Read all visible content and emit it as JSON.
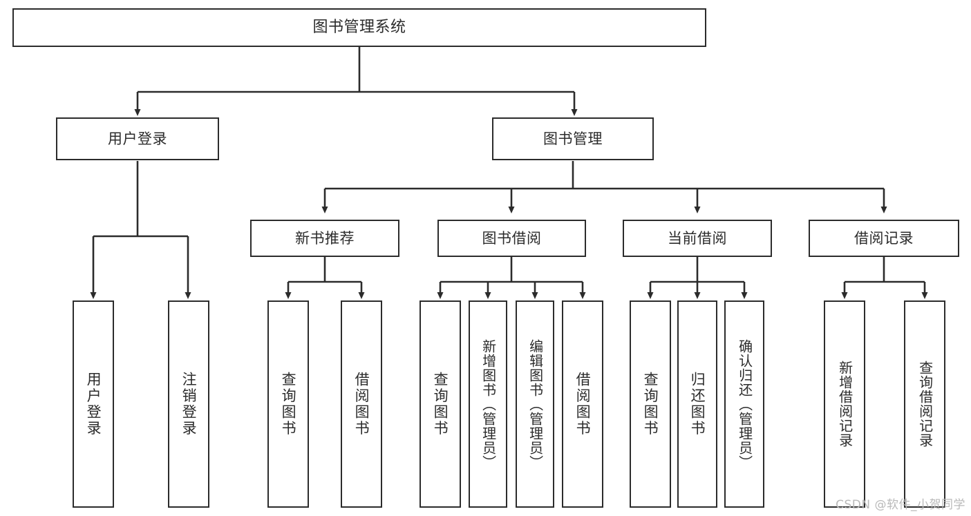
{
  "diagram": {
    "title": "图书管理系统",
    "type": "tree-hierarchy-chart",
    "colors": {
      "stroke": "#2b2b2b",
      "fill": "#ffffff",
      "background": "#ffffff",
      "watermark": "#b9b9b9"
    }
  },
  "watermark": {
    "text": "CSDN @软件_小贺同学"
  },
  "nodes": {
    "root": {
      "label": "图书管理系统"
    },
    "level2": [
      {
        "id": "user-login",
        "label": "用户登录"
      },
      {
        "id": "book-management",
        "label": "图书管理"
      }
    ],
    "level3": [
      {
        "id": "new-book-recommend",
        "label": "新书推荐"
      },
      {
        "id": "book-borrow",
        "label": "图书借阅"
      },
      {
        "id": "current-borrow",
        "label": "当前借阅"
      },
      {
        "id": "borrow-record",
        "label": "借阅记录"
      }
    ],
    "leaves": {
      "user-login": [
        {
          "id": "leaf-user-login",
          "label": "用户登录"
        },
        {
          "id": "leaf-user-logout",
          "label": "注销登录"
        }
      ],
      "new-book-recommend": [
        {
          "id": "leaf-query-book-1",
          "label": "查询图书"
        },
        {
          "id": "leaf-borrow-book-1",
          "label": "借阅图书"
        }
      ],
      "book-borrow": [
        {
          "id": "leaf-query-book-2",
          "label": "查询图书"
        },
        {
          "id": "leaf-add-book",
          "label": "新增图书（管理员）"
        },
        {
          "id": "leaf-edit-book",
          "label": "编辑图书（管理员）"
        },
        {
          "id": "leaf-borrow-book-2",
          "label": "借阅图书"
        }
      ],
      "current-borrow": [
        {
          "id": "leaf-query-book-3",
          "label": "查询图书"
        },
        {
          "id": "leaf-return-book",
          "label": "归还图书"
        },
        {
          "id": "leaf-confirm-return",
          "label": "确认归还（管理员）"
        }
      ],
      "borrow-record": [
        {
          "id": "leaf-add-record",
          "label": "新增借阅记录"
        },
        {
          "id": "leaf-query-record",
          "label": "查询借阅记录"
        }
      ]
    }
  }
}
